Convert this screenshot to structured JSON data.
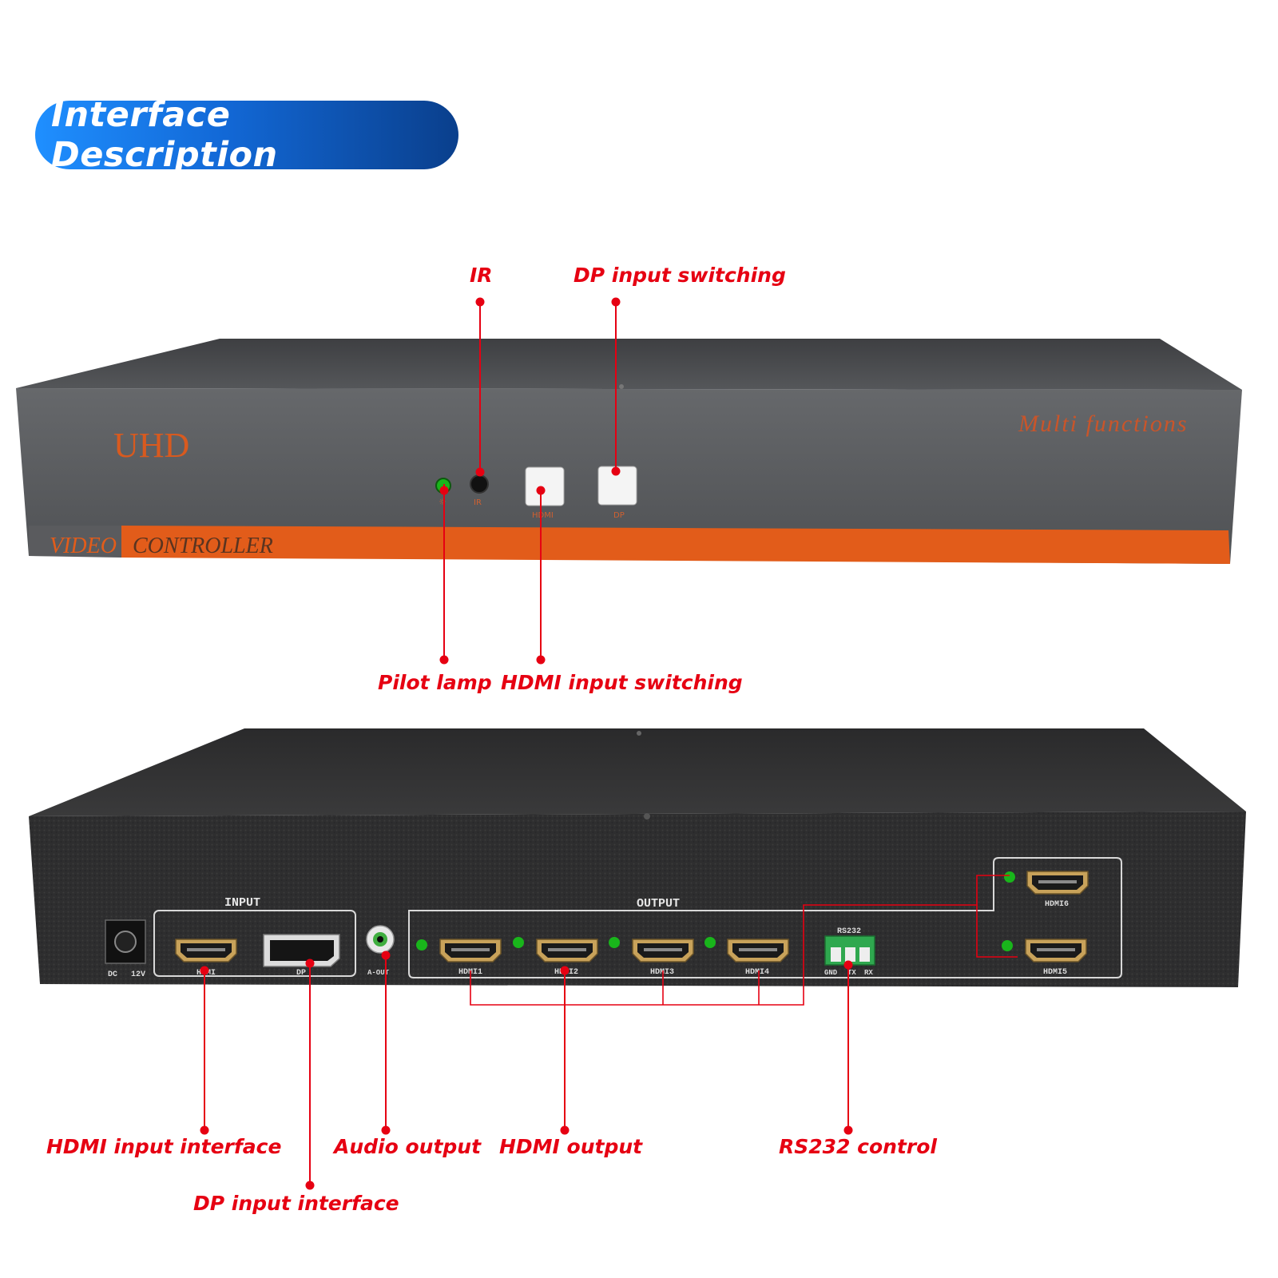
{
  "header": {
    "title": "Interface Description"
  },
  "front_panel": {
    "brand": "UHD",
    "slogan": "Multi functions",
    "strip_left": "VIDEO",
    "strip_right": "CONTROLLER",
    "led_label": "☼",
    "ir_label": "IR",
    "btn_hdmi_label": "HDMI",
    "btn_dp_label": "DP"
  },
  "rear_panel": {
    "input_label": "INPUT",
    "output_label": "OUTPUT",
    "dc_label": "DC",
    "dc_voltage": "12V",
    "hdmi_in_label": "HDMI",
    "dp_in_label": "DP",
    "aout_label": "A-OUT",
    "outputs": [
      "HDMI1",
      "HDMI2",
      "HDMI3",
      "HDMI4",
      "HDMI5",
      "HDMI6"
    ],
    "rs232_title": "RS232",
    "rs232_pins": [
      "GND",
      "TX",
      "RX"
    ]
  },
  "callouts": {
    "ir": "IR",
    "dp_switch": "DP input switching",
    "pilot_lamp": "Pilot lamp",
    "hdmi_switch": "HDMI input switching",
    "hdmi_in": "HDMI input interface",
    "dp_in": "DP input interface",
    "audio_out": "Audio output",
    "hdmi_out": "HDMI output",
    "rs232": "RS232 control"
  },
  "colors": {
    "banner_start": "#1f8fff",
    "banner_end": "#0a3f8c",
    "callout_red": "#e60012",
    "orange_strip": "#e25c1a",
    "device_gray": "#5a5b5e",
    "led_green": "#19b51b"
  }
}
